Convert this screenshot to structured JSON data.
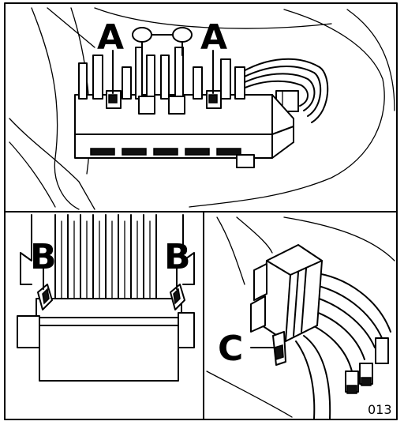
{
  "panels": {
    "top": {
      "callout_left": "A",
      "callout_right": "A"
    },
    "bottom_left": {
      "callout_left": "B",
      "callout_right": "B"
    },
    "bottom_right": {
      "callout": "C",
      "reference_number": "013"
    }
  },
  "colors": {
    "line": "#000000",
    "background": "#ffffff"
  }
}
